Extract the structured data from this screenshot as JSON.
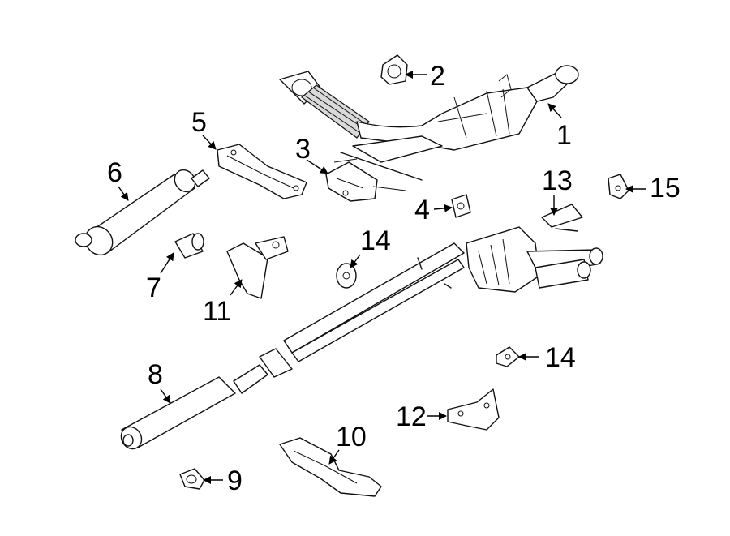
{
  "callouts": {
    "c1": "1",
    "c2": "2",
    "c3": "3",
    "c4": "4",
    "c5": "5",
    "c6": "6",
    "c7": "7",
    "c8": "8",
    "c9": "9",
    "c10": "10",
    "c11": "11",
    "c12": "12",
    "c13": "13",
    "c14a": "14",
    "c14b": "14",
    "c15": "15"
  },
  "colors": {
    "line": "#111111",
    "background": "#ffffff",
    "shade": "#d9d9d9"
  }
}
